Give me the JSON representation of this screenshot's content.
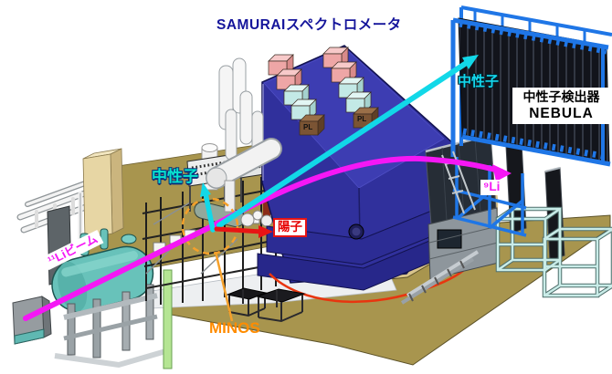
{
  "header": {
    "title": "SAMURAIスペクトロメータ"
  },
  "annotations": {
    "beam_label": "¹¹Liビーム",
    "neutron_left_label": "中性子",
    "neutron_right_label": "中性子",
    "proton_label": "陽子",
    "li9_label": "⁹Li",
    "minos_label": "MINOS",
    "nebula_label_line1": "中性子検出器",
    "nebula_label_line2": "NEBULA",
    "pl_label": "PL"
  },
  "colors": {
    "title_navy": "#15159b",
    "beam_magenta": "#f517f5",
    "neutron_cyan": "#14d7ec",
    "proton_red": "#e61414",
    "minos_orange": "#ff8c00",
    "nebula_frame_blue": "#1f76e6",
    "magnet_navy": "#30309c",
    "tank_teal": "#68c2ba",
    "floor_olive": "#a8954e",
    "floor_tan": "#d9c48c"
  }
}
